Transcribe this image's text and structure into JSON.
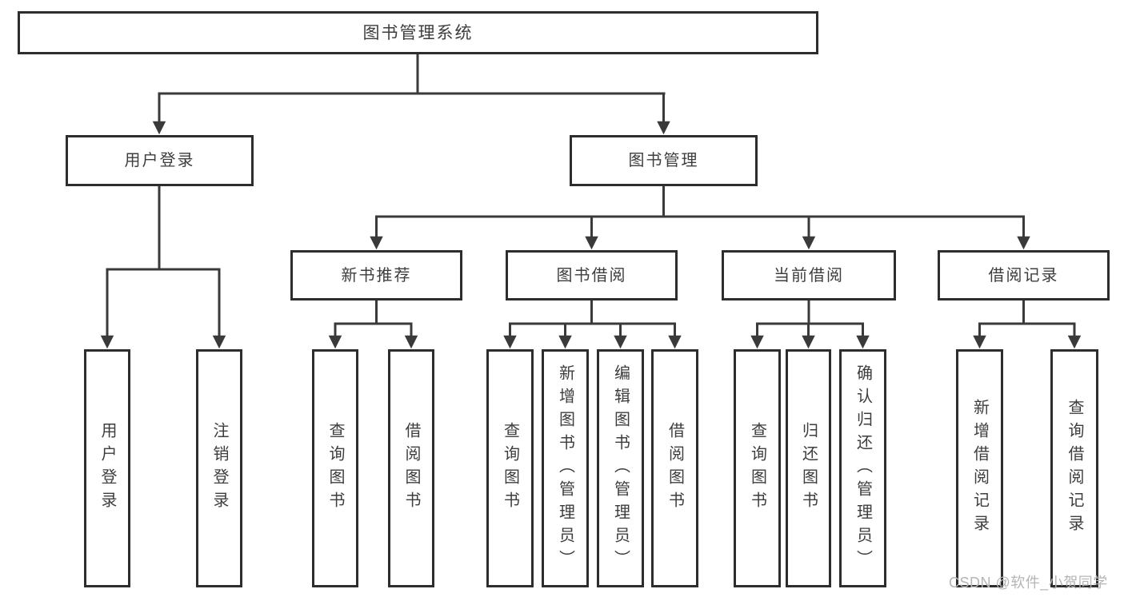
{
  "diagram_title": "图书管理系统",
  "nodes": {
    "root": {
      "label": "图书管理系统"
    },
    "level2": [
      {
        "label": "用户登录"
      },
      {
        "label": "图书管理"
      }
    ],
    "level3": [
      {
        "label": "新书推荐"
      },
      {
        "label": "图书借阅"
      },
      {
        "label": "当前借阅"
      },
      {
        "label": "借阅记录"
      }
    ],
    "leaves": [
      {
        "label": "用户登录",
        "parent": "用户登录"
      },
      {
        "label": "注销登录",
        "parent": "用户登录"
      },
      {
        "label": "查询图书",
        "parent": "新书推荐"
      },
      {
        "label": "借阅图书",
        "parent": "新书推荐"
      },
      {
        "label": "查询图书",
        "parent": "图书借阅"
      },
      {
        "label": "新增图书（管理员）",
        "parent": "图书借阅"
      },
      {
        "label": "编辑图书（管理员）",
        "parent": "图书借阅"
      },
      {
        "label": "借阅图书",
        "parent": "图书借阅"
      },
      {
        "label": "查询图书",
        "parent": "当前借阅"
      },
      {
        "label": "归还图书",
        "parent": "当前借阅"
      },
      {
        "label": "确认归还（管理员）",
        "parent": "当前借阅"
      },
      {
        "label": "新增借阅记录",
        "parent": "借阅记录"
      },
      {
        "label": "查询借阅记录",
        "parent": "借阅记录"
      }
    ]
  },
  "watermark": "CSDN @软件_小贺同学",
  "colors": {
    "line": "#3a3a3a",
    "box_border": "#2d2d2d",
    "text": "#3d3d3d",
    "background": "#ffffff",
    "watermark": "#b5b5b5"
  }
}
